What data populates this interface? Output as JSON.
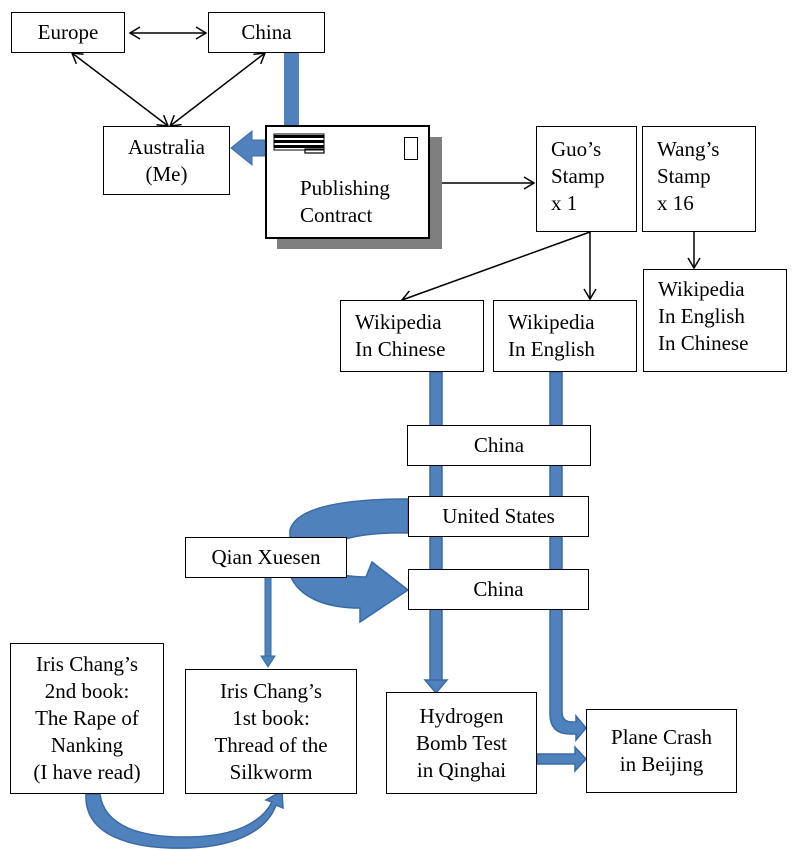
{
  "diagram": {
    "colors": {
      "arrow_blue": "#4f81bd",
      "arrow_blue_dark": "#3a6aa4",
      "line": "#000000",
      "shadow": "#7f7f7f"
    },
    "nodes": {
      "europe": "Europe",
      "china_top": "China",
      "australia": "Australia\n(Me)",
      "contract": "Publishing\nContract",
      "guo_stamp": "Guo’s\nStamp\nx 1",
      "wang_stamp": "Wang’s\nStamp\nx 16",
      "wiki_chinese": "Wikipedia\nIn Chinese",
      "wiki_english": "Wikipedia\nIn English",
      "wiki_both": "Wikipedia\nIn English\nIn Chinese",
      "china_mid": "China",
      "united_states": "United States",
      "qian": "Qian Xuesen",
      "china_low": "China",
      "book2": "Iris Chang’s\n2nd book:\nThe Rape of\nNanking\n(I have read)",
      "book1": "Iris Chang’s\n1st book:\nThread of the\nSilkworm",
      "hbomb": "Hydrogen\nBomb Test\nin Qinghai",
      "crash": "Plane Crash\nin Beijing"
    },
    "icons": {
      "envelope_lines": "envelope-address-icon",
      "stamp": "stamp-icon"
    }
  }
}
